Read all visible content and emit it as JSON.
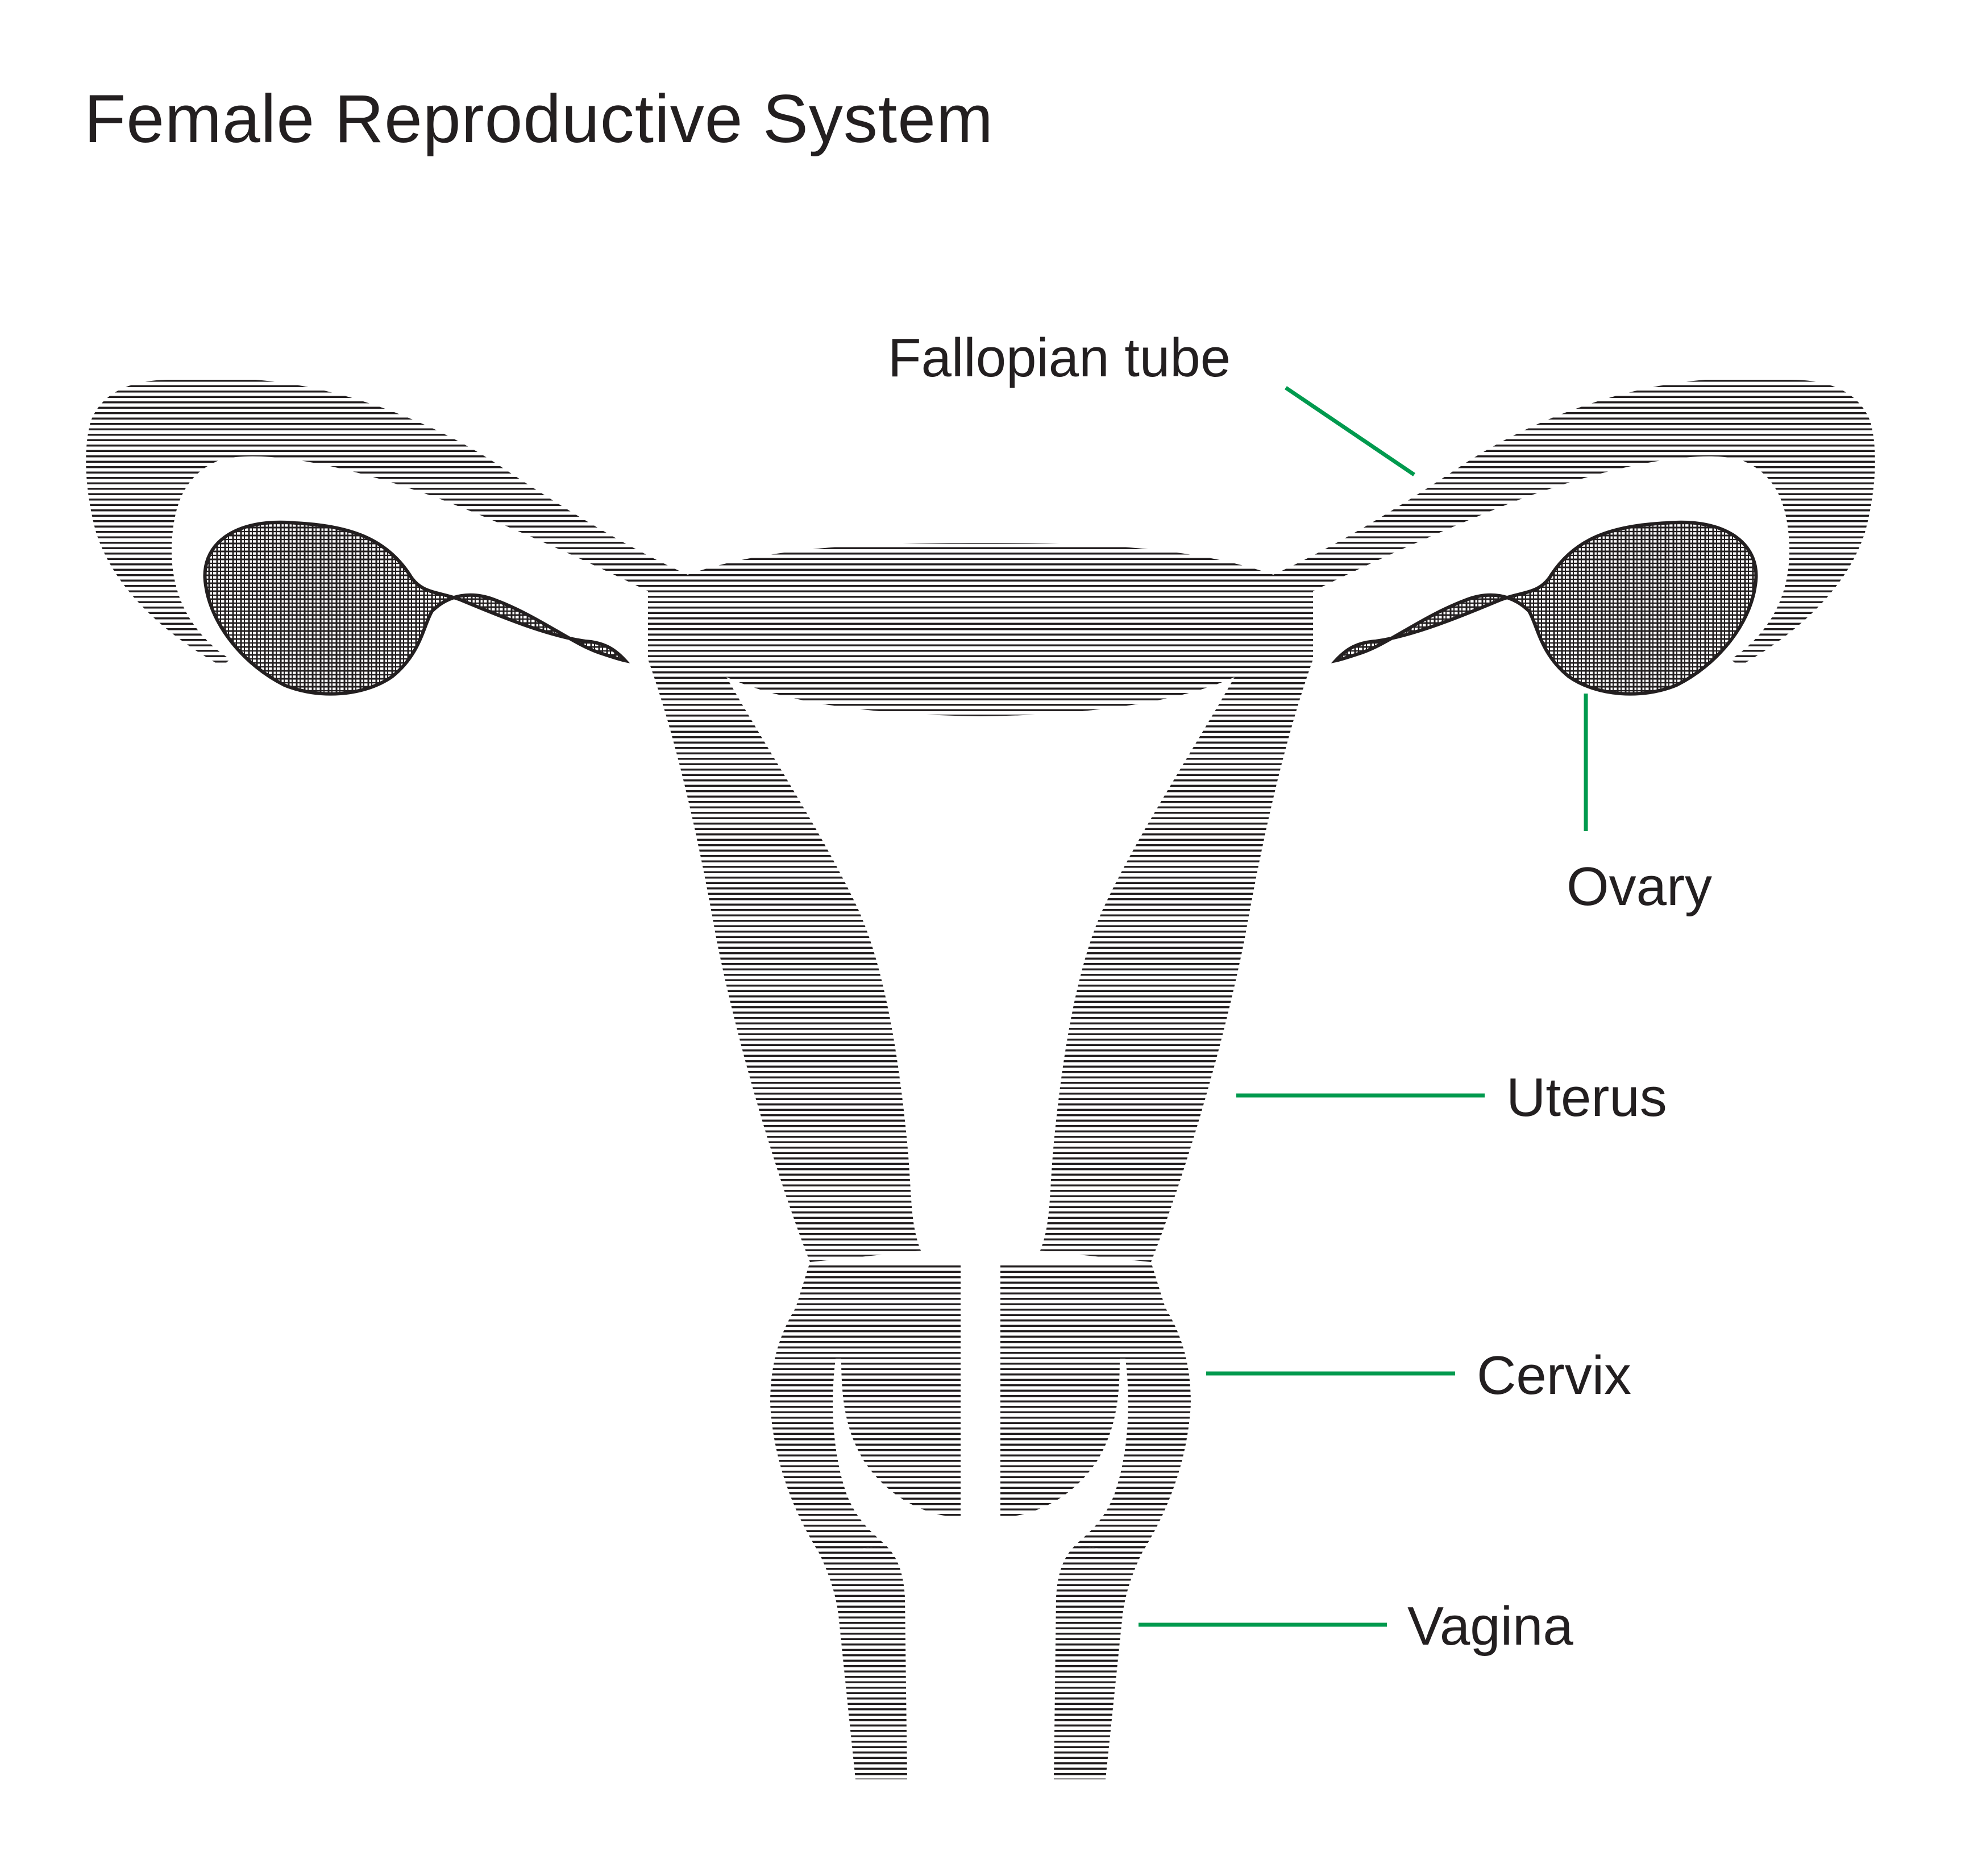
{
  "title": "Female Reproductive System",
  "labels": {
    "fallopian_tube": "Fallopian tube",
    "ovary": "Ovary",
    "uterus": "Uterus",
    "cervix": "Cervix",
    "vagina": "Vagina"
  },
  "colors": {
    "leader_line": "#009a4e",
    "ink": "#231f20",
    "background": "#ffffff"
  }
}
